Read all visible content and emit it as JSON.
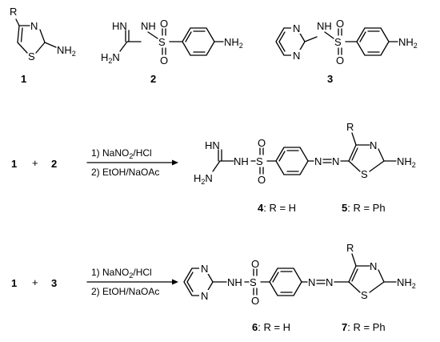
{
  "compounds": {
    "c1": {
      "number": "1",
      "substituent": "R",
      "ring_s": "S",
      "ring_n": "N",
      "amine": "NH2"
    },
    "c2": {
      "number": "2",
      "imine": "HN",
      "amine_left": "H2N",
      "nh": "NH",
      "s": "S",
      "o": "O",
      "amine": "NH2"
    },
    "c3": {
      "number": "3",
      "nh": "NH",
      "s": "S",
      "o": "O",
      "amine": "NH2"
    }
  },
  "reactions": [
    {
      "reactant_a": "1",
      "plus": "+",
      "reactant_b": "2",
      "step1": "1) NaNO2/HCl",
      "step2": "2) EtOH/NaOAc",
      "products": [
        {
          "number": "4",
          "label": ": R = H"
        },
        {
          "number": "5",
          "label": ": R = Ph"
        }
      ]
    },
    {
      "reactant_a": "1",
      "plus": "+",
      "reactant_b": "3",
      "step1": "1) NaNO2/HCl",
      "step2": "2) EtOH/NaOAc",
      "products": [
        {
          "number": "6",
          "label": ": R = H"
        },
        {
          "number": "7",
          "label": ": R = Ph"
        }
      ]
    }
  ]
}
